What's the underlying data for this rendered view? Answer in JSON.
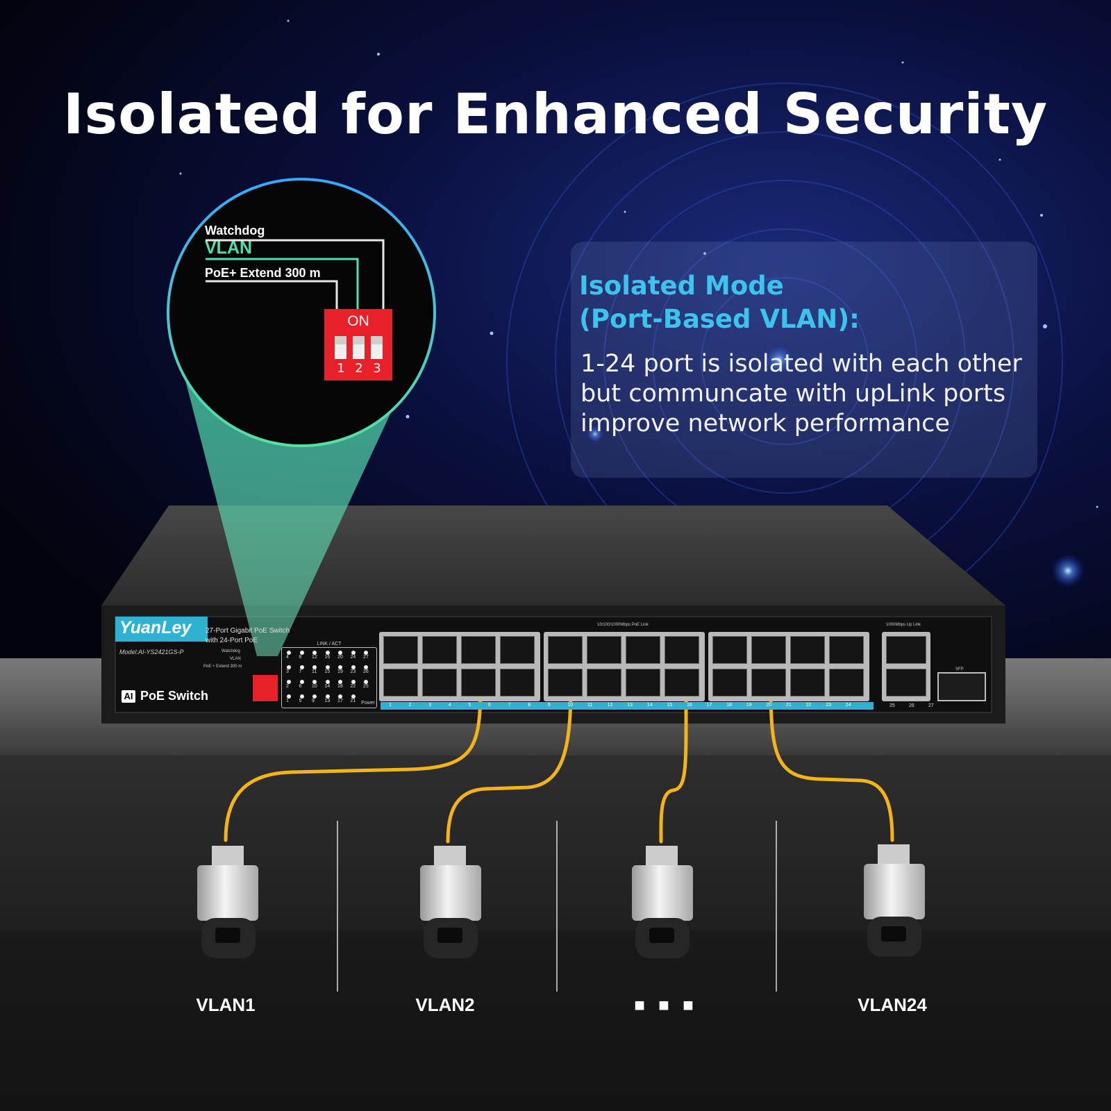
{
  "headline": "Isolated for Enhanced Security",
  "zoom": {
    "label_watchdog": "Watchdog",
    "label_vlan": "VLAN",
    "label_poe_extend": "PoE+ Extend 300 m",
    "switch_on": "ON",
    "switch_numbers": [
      "1",
      "2",
      "3"
    ]
  },
  "info_panel": {
    "title_line1": "Isolated Mode",
    "title_line2": "(Port-Based VLAN):",
    "body_line1": "1-24 port is isolated with each other",
    "body_line2": "but communcate with upLink ports",
    "body_line3": "improve network performance"
  },
  "device": {
    "brand": "YuanLey",
    "desc_line1": "27-Port Gigabit PoE Switch",
    "desc_line2": "with 24-Port PoE",
    "model": "Model:AI-YS2421GS-P",
    "product_badge": "AI",
    "product_name": "PoE Switch",
    "dip_watchdog": "Watchdog",
    "dip_vlan": "VLAN",
    "dip_poe": "PoE + Extend 300 m",
    "led_header": "LINK / ACT",
    "led_power": "Power",
    "led_row_top": [
      "4",
      "8",
      "12",
      "16",
      "20",
      "24",
      "27"
    ],
    "led_row_mid1": [
      "3",
      "7",
      "11",
      "15",
      "19",
      "23",
      "26"
    ],
    "led_row_mid2": [
      "2",
      "6",
      "10",
      "14",
      "18",
      "22",
      "25"
    ],
    "led_row_bot": [
      "1",
      "5",
      "9",
      "13",
      "17",
      "21"
    ],
    "poe_group_label": "10/100/1000Mbps  PoE Link",
    "uplink_label": "1000Mbps Up Link",
    "sfp_label": "SFP",
    "port_numbers": [
      "1",
      "2",
      "3",
      "4",
      "5",
      "6",
      "7",
      "8",
      "9",
      "10",
      "11",
      "12",
      "13",
      "14",
      "15",
      "16",
      "17",
      "18",
      "19",
      "20",
      "21",
      "22",
      "23",
      "24"
    ],
    "uplink_numbers": [
      "25",
      "26",
      "27"
    ]
  },
  "cameras": [
    {
      "label": "VLAN1"
    },
    {
      "label": "VLAN2"
    },
    {
      "label": "■ ■ ■"
    },
    {
      "label": "VLAN24"
    }
  ],
  "colors": {
    "accent_cyan": "#3cc3ee",
    "cable": "#f2b419",
    "dip_red": "#e8202a",
    "zoom_vlan": "#4fe0b0"
  }
}
